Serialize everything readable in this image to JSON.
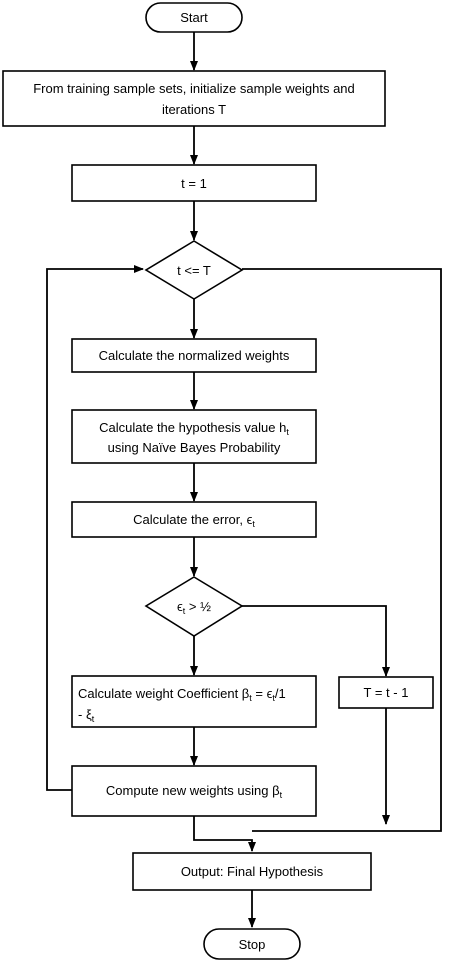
{
  "start": "Start",
  "init": {
    "line1": "From training sample sets, initialize sample weights and",
    "line2": "iterations T"
  },
  "t_init": "t = 1",
  "loop_condition": "t <= T",
  "normalize": "Calculate the normalized weights",
  "hypothesis": {
    "line1": "Calculate the hypothesis value h",
    "line1_sub": "t",
    "line2": "using Naïve Bayes Probability"
  },
  "error": {
    "text": "Calculate the error, ϵ",
    "sub": "t"
  },
  "error_condition": {
    "symbol": "ϵ",
    "sub": "t",
    "rest": " > ½"
  },
  "decrement": "T = t - 1",
  "coefficient": {
    "line1_a": "Calculate weight Coefficient β",
    "line1_a_sub": "t",
    "line1_b": " = ϵ",
    "line1_b_sub": "t",
    "line1_c": "/1",
    "line2_a": "- ξ",
    "line2_a_sub": "t"
  },
  "update": {
    "text": "Compute new weights using β",
    "sub": "t"
  },
  "output": "Output: Final Hypothesis",
  "stop": "Stop"
}
